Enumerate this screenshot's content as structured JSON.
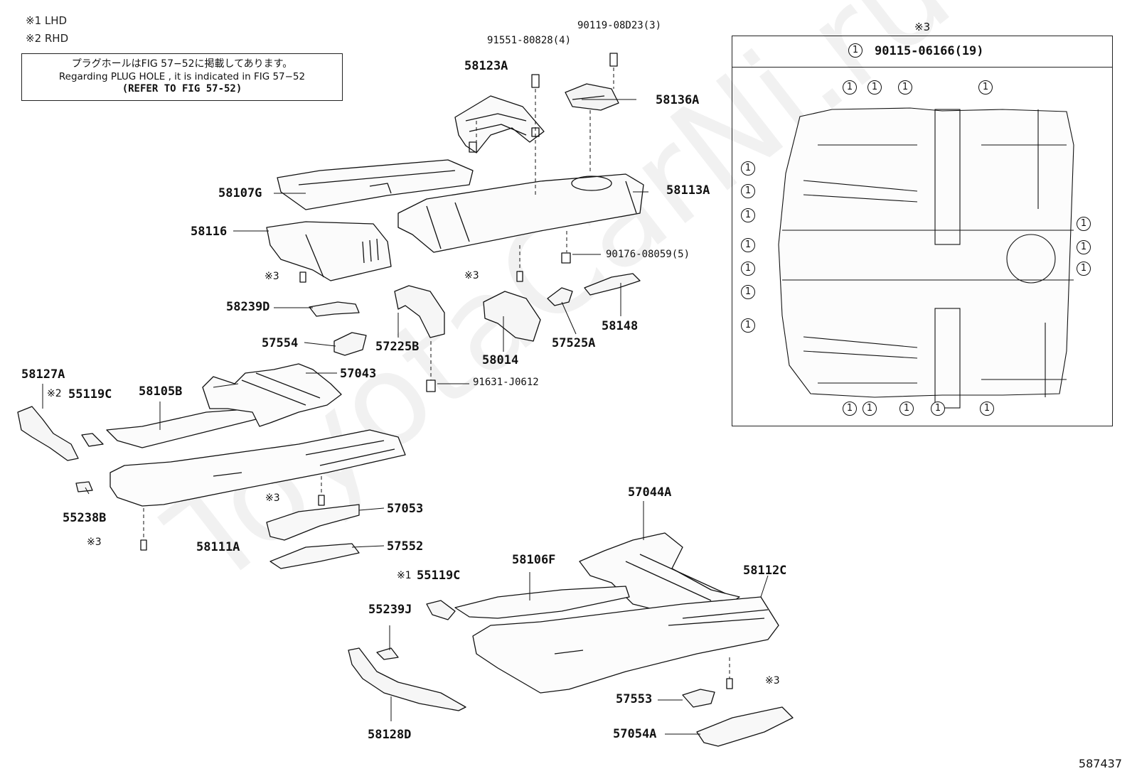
{
  "legend": {
    "lhd": "※1  LHD",
    "rhd": "※2  RHD"
  },
  "note": {
    "line1": "プラグホールはFIG 57−52に掲載してあります。",
    "line2": "Regarding PLUG HOLE , it is indicated in FIG 57−52",
    "line3": "(REFER TO FIG 57-52)"
  },
  "parts": {
    "p58123A": "58123A",
    "p58136A": "58136A",
    "p58107G": "58107G",
    "p58113A": "58113A",
    "p58116": "58116",
    "p58239D": "58239D",
    "p57554": "57554",
    "p57225B": "57225B",
    "p58014": "58014",
    "p57525A": "57525A",
    "p58148": "58148",
    "p58127A": "58127A",
    "p55119C_a": "55119C",
    "p58105B": "58105B",
    "p57043": "57043",
    "p55238B": "55238B",
    "p58111A": "58111A",
    "p57053": "57053",
    "p57552": "57552",
    "p57044A": "57044A",
    "p58106F": "58106F",
    "p55119C_b": "55119C",
    "p58112C": "58112C",
    "p55239J": "55239J",
    "p57553": "57553",
    "p57054A": "57054A",
    "p58128D": "58128D"
  },
  "bolts": {
    "b90119": "90119-08D23(3)",
    "b91551": "91551-80828(4)",
    "b90176": "90176-08059(5)",
    "b91631": "91631-J0612"
  },
  "refs": {
    "r3": "※3",
    "r2": "※2",
    "r1": "※1"
  },
  "inset": {
    "title": "※3",
    "circle_label": "1",
    "bolt": "90115-06166(19)"
  },
  "watermark": "ToyotaCarNi.ru",
  "figure_number": "587437"
}
